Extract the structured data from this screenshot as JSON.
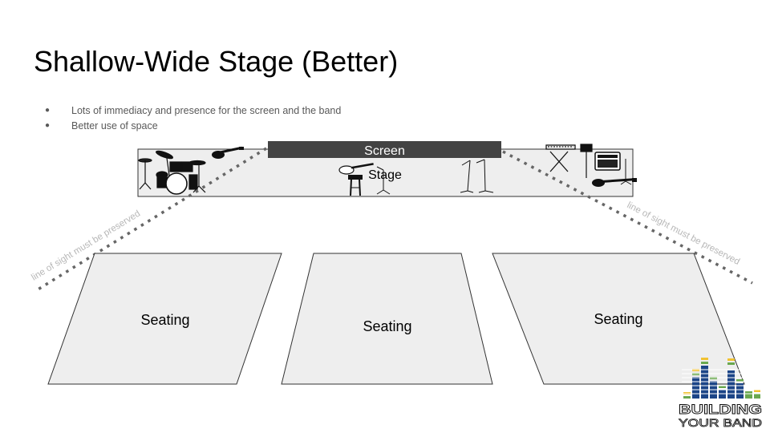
{
  "title": "Shallow-Wide Stage (Better)",
  "bullets": [
    "Lots of immediacy and presence for the screen and the band",
    "Better use of space"
  ],
  "diagram": {
    "screen_label": "Screen",
    "stage_label": "Stage",
    "sightline_label": "line of sight must be preserved",
    "seating": [
      {
        "label": "Seating"
      },
      {
        "label": "Seating"
      },
      {
        "label": "Seating"
      }
    ]
  },
  "logo": {
    "line1": "BUILDING",
    "line2": "YOUR BAND"
  },
  "colors": {
    "stage_fill": "#eeeeee",
    "screen_fill": "#434343",
    "sightline_dots": "#666666",
    "sightline_text": "#b7b7b7",
    "logo_blue": "#1c4587",
    "logo_green": "#6aa84f",
    "logo_yellow": "#f1c232"
  }
}
